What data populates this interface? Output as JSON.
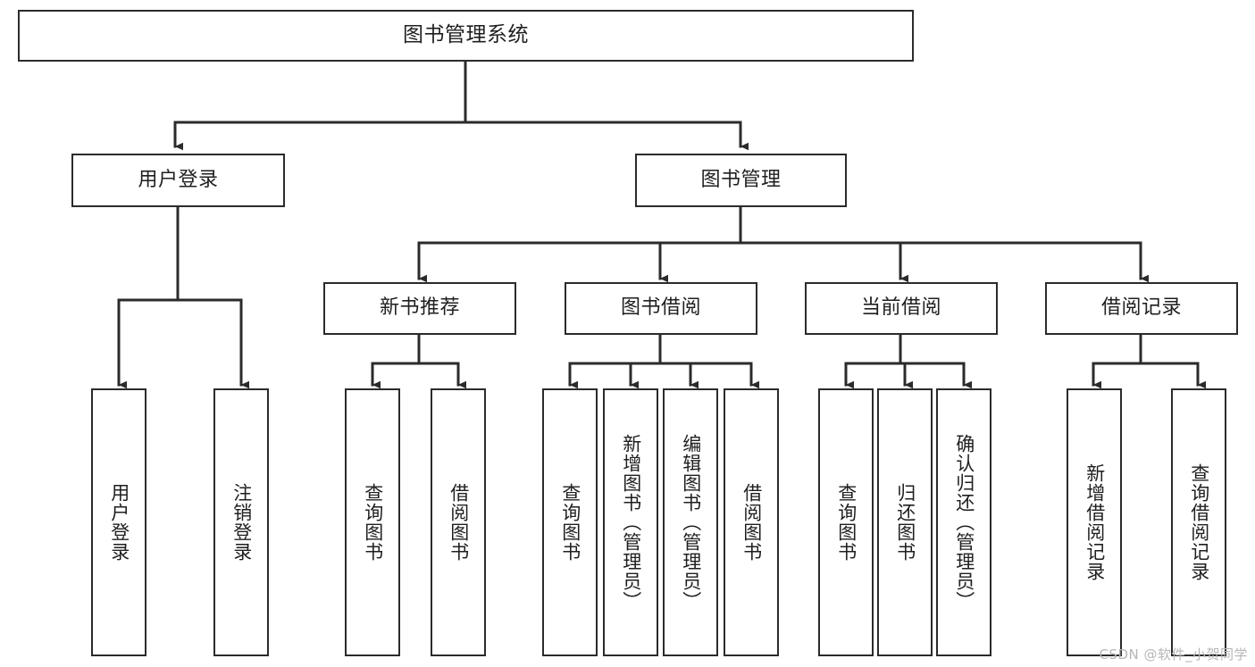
{
  "diagram": {
    "title": "图书管理系统",
    "watermark": "CSDN @软件_小贺同学",
    "colors": {
      "background": "#ffffff",
      "border": "#2b2b2b",
      "text": "#1f1f1f",
      "edge": "#2b2b2b",
      "watermark": "#b6b6b6"
    },
    "root": {
      "label": "图书管理系统"
    },
    "level2": [
      {
        "label": "用户登录"
      },
      {
        "label": "图书管理"
      }
    ],
    "level3": [
      {
        "label": "新书推荐"
      },
      {
        "label": "图书借阅"
      },
      {
        "label": "当前借阅"
      },
      {
        "label": "借阅记录"
      }
    ],
    "leaves": {
      "user_login": [
        {
          "label": "用户登录"
        },
        {
          "label": "注销登录"
        }
      ],
      "new_book": [
        {
          "label": "查询图书"
        },
        {
          "label": "借阅图书"
        }
      ],
      "book_borrow": [
        {
          "label": "查询图书"
        },
        {
          "label": "新增图书（管理员）"
        },
        {
          "label": "编辑图书（管理员）"
        },
        {
          "label": "借阅图书"
        }
      ],
      "current_borrow": [
        {
          "label": "查询图书"
        },
        {
          "label": "归还图书"
        },
        {
          "label": "确认归还（管理员）"
        }
      ],
      "borrow_record": [
        {
          "label": "新增借阅记录"
        },
        {
          "label": "查询借阅记录"
        }
      ]
    }
  }
}
